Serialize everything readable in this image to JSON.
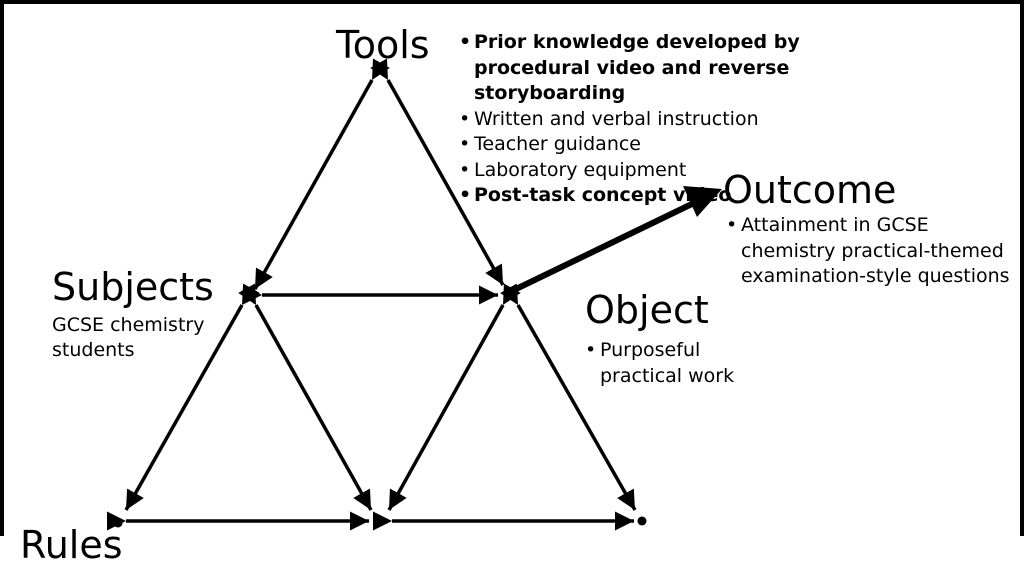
{
  "nodes": {
    "tools": {
      "title": "Tools",
      "items": [
        "Prior knowledge developed by procedural video and reverse storyboarding",
        "Written and verbal instruction",
        "Teacher guidance",
        "Laboratory equipment",
        "Post-task concept video"
      ],
      "bold_items": [
        0,
        4
      ]
    },
    "subjects": {
      "title": "Subjects",
      "description": "GCSE chemistry students"
    },
    "object": {
      "title": "Object",
      "items": [
        "Purposeful practical work"
      ]
    },
    "outcome": {
      "title": "Outcome",
      "items": [
        "Attainment in GCSE chemistry practical-themed examination-style questions"
      ]
    },
    "rules": {
      "title": "Rules"
    }
  }
}
